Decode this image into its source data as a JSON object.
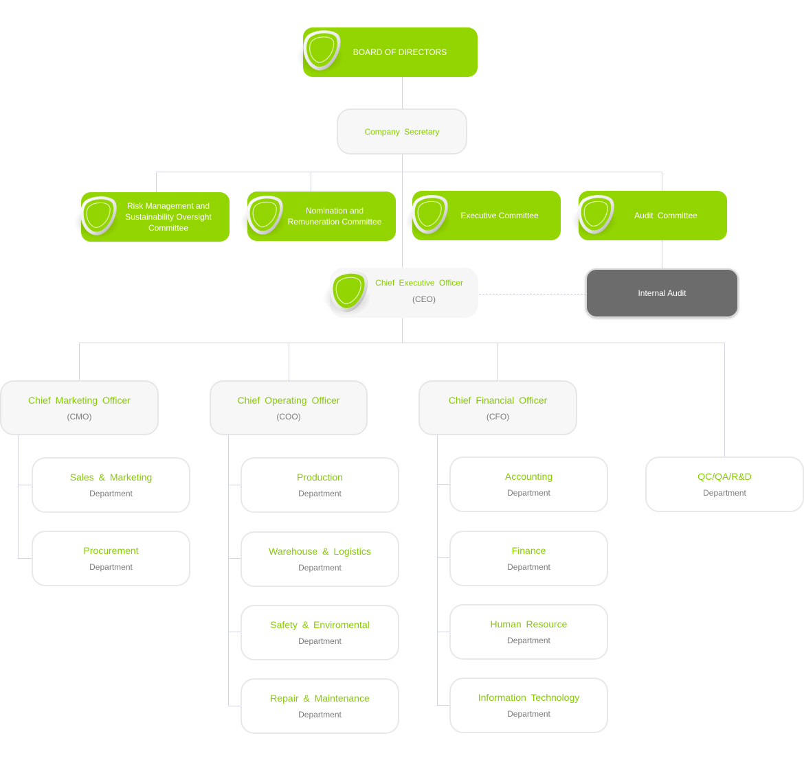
{
  "colors": {
    "accent_green": "#93d500",
    "title_green": "#86cc00",
    "connector": "#d3d5e6",
    "internal_audit_bg": "#6c6c6c",
    "subtitle_gray": "#7a7a7a"
  },
  "board": {
    "label": "BOARD OF DIRECTORS",
    "icon": "rounded-triangle-badge-icon"
  },
  "secretary": {
    "label": "Company  Secretary"
  },
  "committees": [
    {
      "label": "Risk Management and Sustainability Oversight Committee",
      "lines": [
        "Risk Management and",
        "Sustainability Oversight",
        "Committee"
      ]
    },
    {
      "label": "Nomination and Remuneration Committee",
      "lines": [
        "Nomination and",
        "Remuneration Committee"
      ]
    },
    {
      "label": "Executive Committee",
      "lines": [
        "Executive Committee"
      ]
    },
    {
      "label": "Audit  Committee",
      "lines": [
        "Audit  Committee"
      ]
    }
  ],
  "ceo": {
    "title": "Chief  Executive  Officer",
    "abbr": "(CEO)"
  },
  "internal_audit": {
    "label": "Internal Audit"
  },
  "officers": [
    {
      "title": "Chief  Marketing  Officer",
      "abbr": "(CMO)",
      "departments": [
        {
          "name": "Sales &  Marketing",
          "type": "Department"
        },
        {
          "name": "Procurement",
          "type": "Department"
        }
      ]
    },
    {
      "title": "Chief  Operating  Officer",
      "abbr": "(COO)",
      "departments": [
        {
          "name": "Production",
          "type": "Department"
        },
        {
          "name": "Warehouse  & Logistics",
          "type": "Department"
        },
        {
          "name": "Safety & Enviromental",
          "type": "Department"
        },
        {
          "name": "Repair &  Maintenance",
          "type": "Department"
        }
      ]
    },
    {
      "title": "Chief  Financial  Officer",
      "abbr": "(CFO)",
      "departments": [
        {
          "name": "Accounting",
          "type": "Department"
        },
        {
          "name": "Finance",
          "type": "Department"
        },
        {
          "name": "Human  Resource",
          "type": "Department"
        },
        {
          "name": "Information  Technology",
          "type": "Department"
        }
      ]
    }
  ],
  "qc_department": {
    "name": "QC/QA/R&D",
    "type": "Department"
  }
}
